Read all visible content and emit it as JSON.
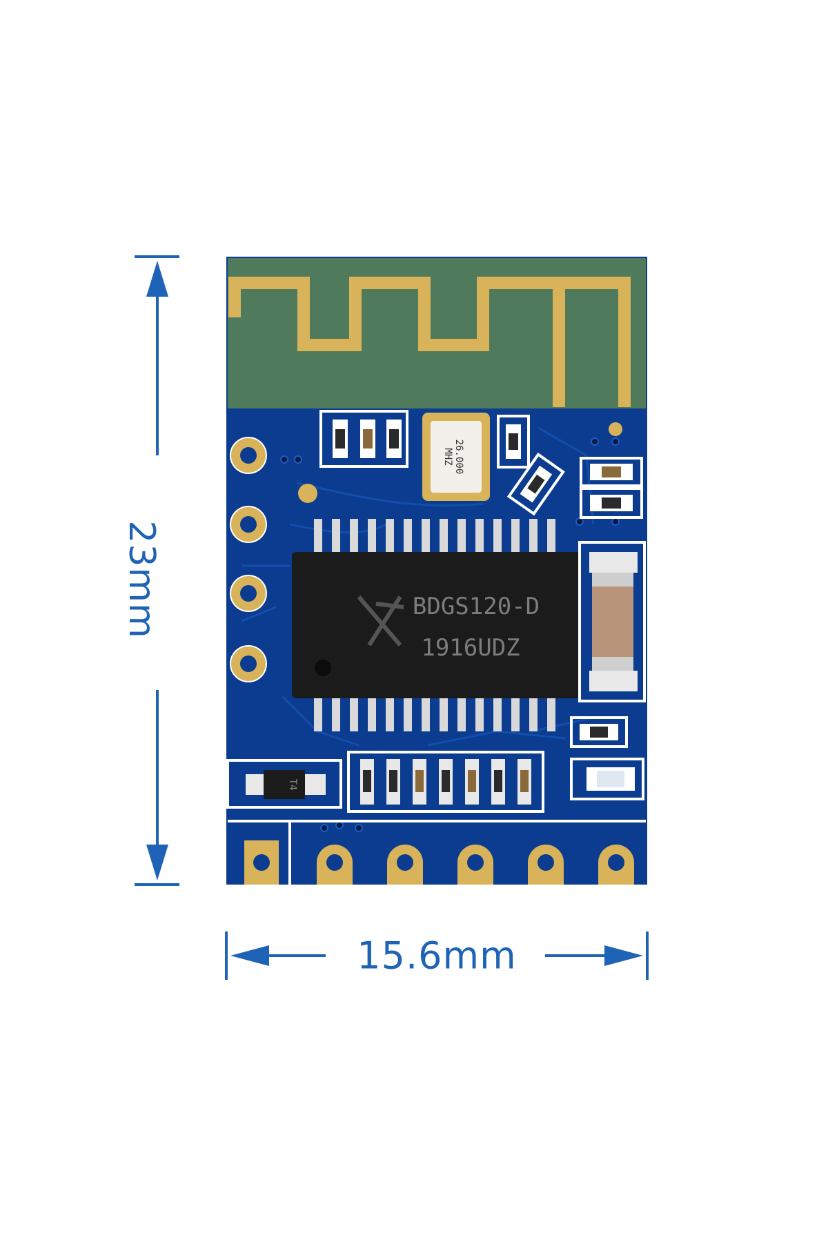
{
  "image": {
    "subject": "Bluetooth audio module PCB",
    "colors": {
      "background": "#ffffff",
      "pcb": "#0b3c8f",
      "antenna_area": "#4f7a5c",
      "gold": "#d8b35a",
      "chip": "#1b1b1b",
      "dimension": "#1e63b5"
    }
  },
  "dimensions": {
    "height_label": "23mm",
    "width_label": "15.6mm"
  },
  "chip": {
    "line1": "BDGS120-D",
    "line2": "1916UDZ"
  },
  "crystal": {
    "line1": "26.000",
    "line2": "MHZ"
  },
  "transistor_label": "T4"
}
